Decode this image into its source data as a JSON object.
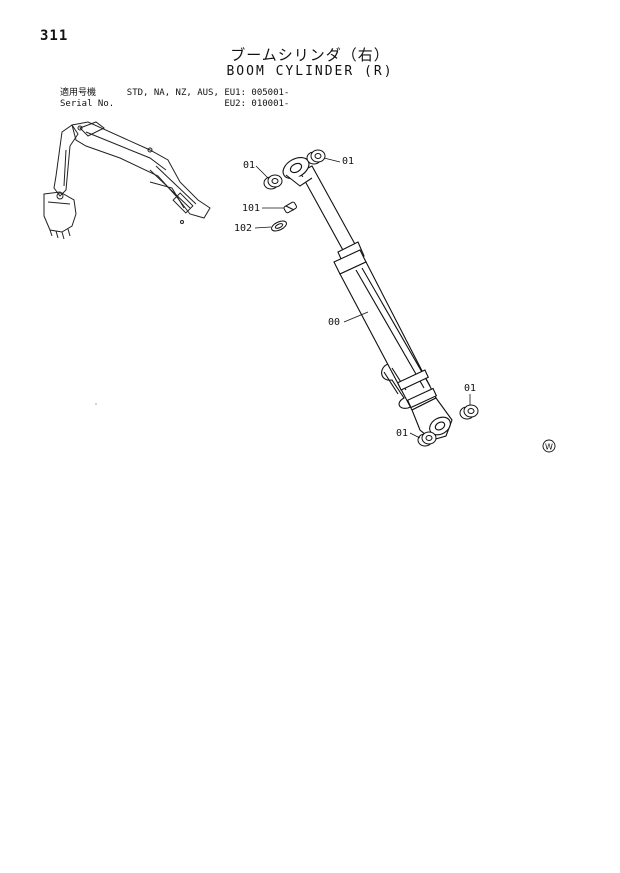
{
  "page_number": "311",
  "title_jp": "ブームシリンダ（右）",
  "title_en": "BOOM CYLINDER (R)",
  "serial": {
    "row1_label": "適用号機",
    "row1_models": "STD, NA, NZ, AUS, EU1:",
    "row1_number": "005001-",
    "row2_label": "Serial No.",
    "row2_models": "EU2:",
    "row2_number": "010001-"
  },
  "callouts": {
    "c01_top_left": "01",
    "c01_top_right": "01",
    "c101": "101",
    "c102": "102",
    "c00": "00",
    "c01_bottom_right": "01",
    "c01_bottom_left": "01"
  },
  "mark_w": "W"
}
